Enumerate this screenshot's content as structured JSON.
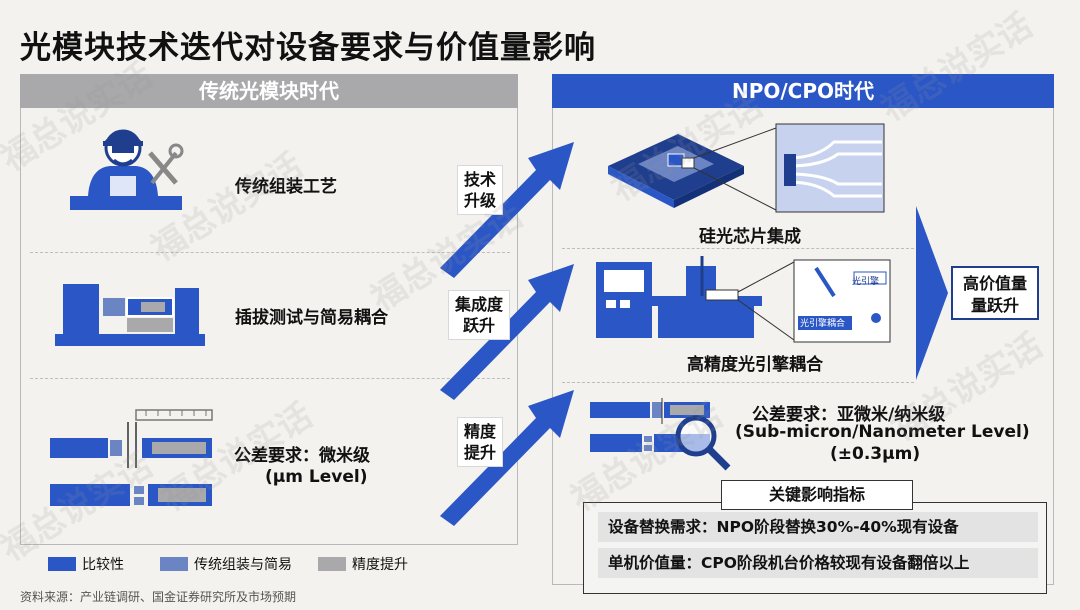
{
  "title": "光模块技术迭代对设备要求与价值量影响",
  "left_header": "传统光模块时代",
  "right_header": "NPO/CPO时代",
  "left_items": {
    "assembly": "传统组装工艺",
    "plug_test": "插拔测试与简易耦合",
    "tolerance_title": "公差要求：微米级",
    "tolerance_sub": "(μm Level)"
  },
  "arrows": {
    "tech_line1": "技术",
    "tech_line2": "升级",
    "integration_line1": "集成度",
    "integration_line2": "跃升",
    "precision_line1": "精度",
    "precision_line2": "提升"
  },
  "right_items": {
    "silicon_photonics": "硅光芯片集成",
    "engine_coupling": "高精度光引擎耦合",
    "engine_label1": "光引擎",
    "engine_label2": "光引擎耦合",
    "tolerance_title": "公差要求：亚微米/纳米级",
    "tolerance_sub1": "(Sub-micron/Nanometer Level)",
    "tolerance_sub2": "(±0.3μm)"
  },
  "high_value_line1": "高价值量",
  "high_value_line2": "量跃升",
  "key_box": {
    "title": "关键影响指标",
    "row1": "设备替换需求：NPO阶段替换30%-40%现有设备",
    "row2": "单机价值量：CPO阶段机台价格较现有设备翻倍以上"
  },
  "legend": [
    {
      "label": "比较性",
      "color": "#2a56c6"
    },
    {
      "label": "传统组装与简易",
      "color": "#6b84c4"
    },
    {
      "label": "精度提升",
      "color": "#a9a9ab"
    }
  ],
  "source": "资料来源：产业链调研、国金证券研究所及市场预期",
  "watermark": "福总说实话",
  "colors": {
    "primary": "#2a56c6",
    "dark": "#1f3e8e",
    "gray": "#a9a9ab"
  }
}
